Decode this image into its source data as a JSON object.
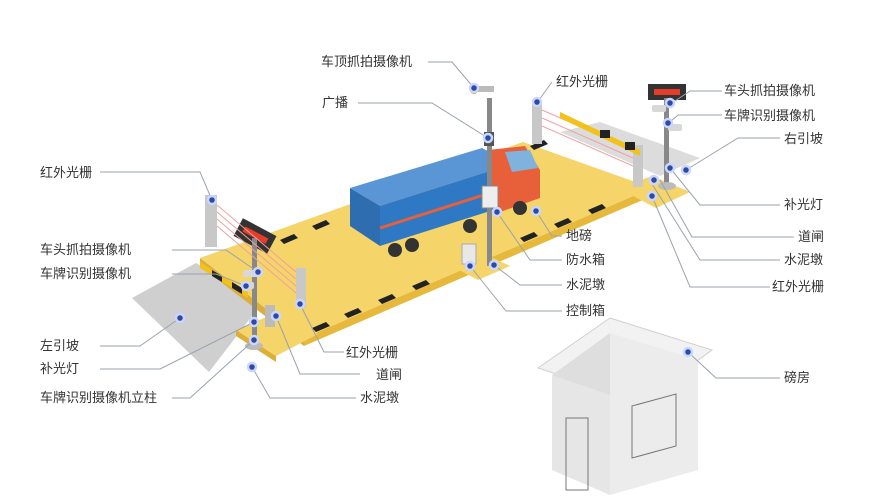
{
  "colors": {
    "platform": "#f5d46a",
    "platform_edge": "#e6b93c",
    "stripe_dark": "#222222",
    "marker": "#2f4aa0",
    "leader": "#9aa3ad",
    "text": "#333333",
    "truck_cab": "#e8603a",
    "truck_container": "#2e78c4",
    "booth": "#e6e6e6"
  },
  "labels": {
    "top_camera": "车顶抓拍摄像机",
    "broadcast": "广播",
    "ir_grating_top": "红外光栅",
    "right_head_camera": "车头抓拍摄像机",
    "right_plate_camera": "车牌识别摄像机",
    "right_ramp": "右引坡",
    "right_fill_light": "补光灯",
    "right_gate": "道闸",
    "right_pier": "水泥墩",
    "right_ir_grating": "红外光栅",
    "weighbridge": "地磅",
    "waterproof_box": "防水箱",
    "center_pier": "水泥墩",
    "control_box": "控制箱",
    "left_ir_grating_top": "红外光栅",
    "left_head_camera": "车头抓拍摄像机",
    "left_plate_camera": "车牌识别摄像机",
    "left_ramp": "左引坡",
    "left_fill_light": "补光灯",
    "plate_camera_pole": "车牌识别摄像机立柱",
    "left_ir_grating_bottom": "红外光栅",
    "left_gate": "道闸",
    "left_pier": "水泥墩",
    "weigh_house": "磅房"
  },
  "icons": [
    "camera-icon",
    "speaker-icon",
    "led-display-icon",
    "marker-dot-icon"
  ]
}
